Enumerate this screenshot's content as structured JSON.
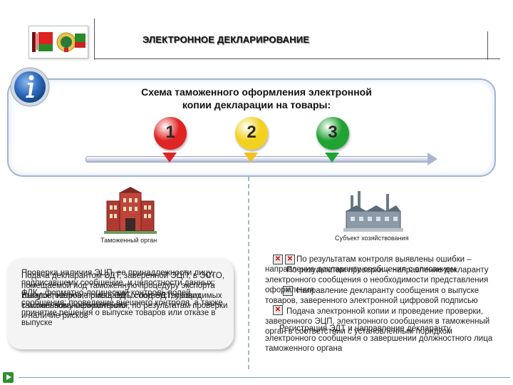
{
  "header": {
    "title": "ЭЛЕКТРОННОЕ ДЕКЛАРИРОВАНИЕ",
    "logo_icon": "belarus-flag-and-emblem-icon"
  },
  "scheme": {
    "title": "Схема таможенного оформления электронной\nкопии декларации на товары:",
    "info_icon": "info-icon",
    "steps": [
      {
        "label": "1",
        "color": "#e02323",
        "marker_color": "#e02323"
      },
      {
        "label": "2",
        "color": "#f2d21e",
        "marker_color": "#f2c21e"
      },
      {
        "label": "3",
        "color": "#21a334",
        "marker_color": "#21a334"
      }
    ]
  },
  "left": {
    "caption": "Таможенный орган",
    "building_icon": "customs-building-icon",
    "overlay_a": "Проверка наличия ЭЦП, ее принадлежности лицу, подписавшему сообщение, и целостности данных; ФЛК - форматно-логический контроль полей сообщения; проведение внешнего контроля, а также принятие решения о выпуске товаров или отказе в выпуске",
    "overlay_b": "Подача декларантом ЭДТ, заверенной ЭЦП, в ЭСТО, помещаемой под таможенную процедуру экспорта товаров, наличие риска ЭДТ, соответствующих таможенному оформлению",
    "overlay_c": "Выпуск товаров, помещаемых под ЭДТ, проводимых с использованием контроля, по результатам проверки и наличие рисков"
  },
  "right": {
    "caption": "Субъект хозяйствования",
    "factory_icon": "factory-icon",
    "overlay_a": "По результатам контроля выявлены ошибки – направление декларанту сообщения с описанием",
    "overlay_b": "По результатам проверки – направление декларанту электронного сообщения о необходимости представления оформления",
    "overlay_c": "Направление декларанту сообщения о выпуске товаров, заверенного электронной цифровой подписью",
    "overlay_d": "Подача электронной копии и проведение проверки, заверенного ЭЦП, электронного сообщения в таможенный орган в соответствии с установленным порядком",
    "overlay_e": "Регистрация ЭДТ и направление декларанту электронного сообщения о завершении должностного лица таможенного органа",
    "marks": [
      "x",
      "x",
      "v",
      "x"
    ]
  },
  "footer": {
    "play_icon": "play-icon"
  }
}
